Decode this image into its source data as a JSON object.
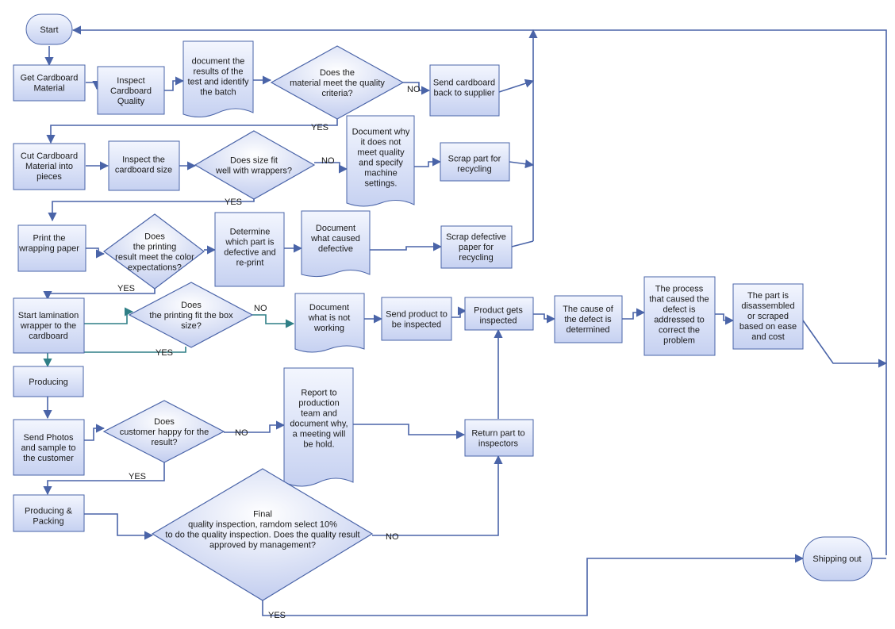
{
  "nodes": {
    "start": "Start",
    "get_cardboard": "Get Cardboard\nMaterial",
    "inspect_quality": "Inspect\nCardboard\nQuality",
    "document_results": "document the\nresults of the\ntest and identify\nthe batch",
    "quality_criteria": "Does the\nmaterial meet  the quality\ncriteria?",
    "send_back": "Send cardboard\nback to supplier",
    "cut_cardboard": "Cut Cardboard\nMaterial into\npieces",
    "inspect_size": "Inspect the\ncardboard size",
    "size_fit": "Does size fit\nwell with  wrappers?",
    "document_why": "Document why\nit does not\nmeet quality\nand specify\nmachine\nsettings.",
    "scrap_part": "Scrap part for\nrecycling",
    "print_paper": "Print the\nwrapping paper",
    "printing_color": "Does\nthe printing\nresult meet  the color\nexpectations?",
    "determine_part": "Determine\nwhich part is\ndefective and\nre-print",
    "document_cause": "Document\nwhat caused\ndefective",
    "scrap_paper": "Scrap defective\npaper for\nrecycling",
    "start_lamination": "Start lamination\nwrapper to the\ncardboard",
    "printing_box": "Does\nthe printing fit  the box\nsize?",
    "document_not_working": "Document\nwhat is not\nworking",
    "send_product": "Send product to\nbe inspected",
    "product_inspected": "Product gets\ninspected",
    "cause_determined": "The cause of\nthe defect is\ndetermined",
    "process_addressed": "The process\nthat caused the\ndefect is\naddressed to\ncorrect the\nproblem",
    "part_disassembled": "The part is\ndisassembled\nor scraped\nbased on ease\nand cost",
    "producing": "Producing",
    "send_photos": "Send Photos\nand sample to\nthe customer",
    "customer_happy": "Does\ncustomer happy  for the\nresult?",
    "report_team": "Report to\nproduction\nteam and\ndocument why,\na meeting will\nbe hold.",
    "return_part": "Return part to\ninspectors",
    "producing_packing": "Producing &\nPacking",
    "final_inspection": "Final\nquality inspection, ramdom select 10%\nto do the quality inspection.  Does the quality result\napproved by management?",
    "shipping_out": "Shipping out"
  },
  "labels": {
    "yes": "YES",
    "no": "NO"
  },
  "colors": {
    "stroke": "#4a64a8",
    "teal": "#2f7f86",
    "fill_light": "#f1f4fd",
    "fill_dark": "#c4cff0"
  }
}
